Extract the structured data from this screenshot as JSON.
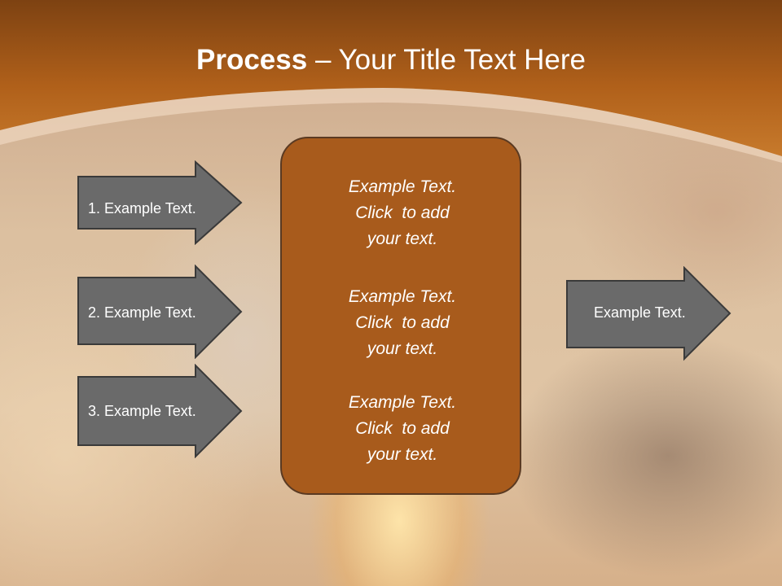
{
  "slide": {
    "title_bold": "Process",
    "title_rest": " – Your Title Text Here"
  },
  "left_arrows": [
    {
      "label": "1. Example Text."
    },
    {
      "label": "2. Example Text."
    },
    {
      "label": "3. Example Text."
    }
  ],
  "center_box": {
    "blocks": [
      {
        "line1": "Example Text.",
        "line2": "Click  to add",
        "line3": "your text."
      },
      {
        "line1": "Example Text.",
        "line2": "Click  to add",
        "line3": "your text."
      },
      {
        "line1": "Example Text.",
        "line2": "Click  to add",
        "line3": "your text."
      }
    ]
  },
  "right_arrow": {
    "label": "Example Text."
  },
  "colors": {
    "header_orange": "#b0601a",
    "arrow_fill": "#6a6a6a",
    "center_fill": "#a85b1c"
  }
}
